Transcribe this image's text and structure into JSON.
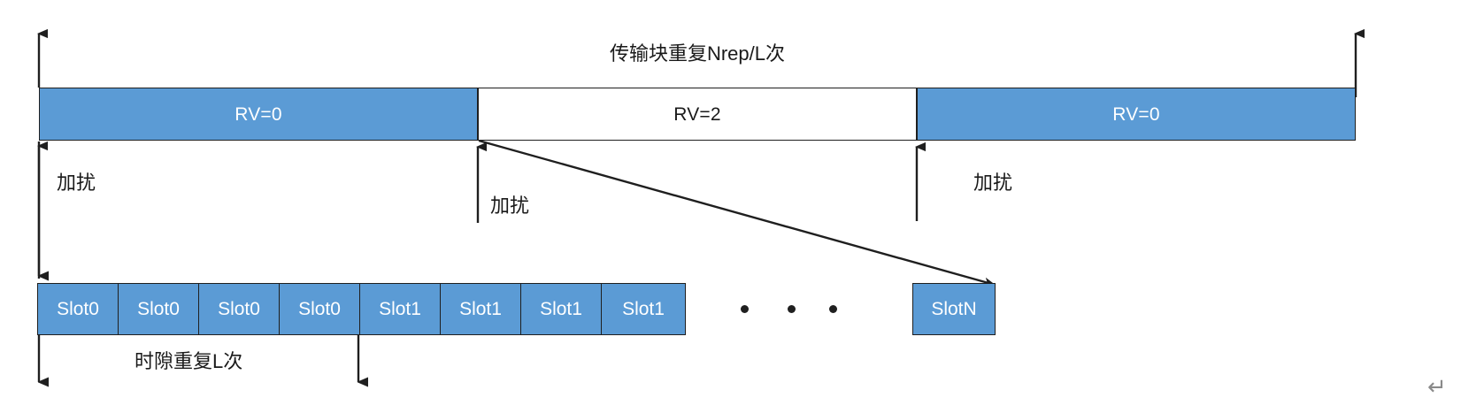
{
  "diagram": {
    "title": "传输块重复Nrep/L次",
    "rv_blocks": [
      {
        "label": "RV=0",
        "style": "fill"
      },
      {
        "label": "RV=2",
        "style": "hollow"
      },
      {
        "label": "RV=0",
        "style": "fill"
      }
    ],
    "scramble_labels": [
      {
        "text": "加扰"
      },
      {
        "text": "加扰"
      },
      {
        "text": "加扰"
      }
    ],
    "slots": [
      {
        "label": "Slot0"
      },
      {
        "label": "Slot0"
      },
      {
        "label": "Slot0"
      },
      {
        "label": "Slot0"
      },
      {
        "label": "Slot1"
      },
      {
        "label": "Slot1"
      },
      {
        "label": "Slot1"
      },
      {
        "label": "Slot1"
      }
    ],
    "ellipsis_dots": 3,
    "last_slot": {
      "label": "SlotN"
    },
    "slot_repeat_label": "时隙重复L次",
    "paragraph_mark": "↵",
    "colors": {
      "fill_blue": "#5b9bd5",
      "stroke": "#1f1f1f",
      "text_dark": "#1a1a1a",
      "text_light": "#ffffff",
      "paragraph_mark": "#8a8a8a",
      "background": "#ffffff"
    }
  }
}
